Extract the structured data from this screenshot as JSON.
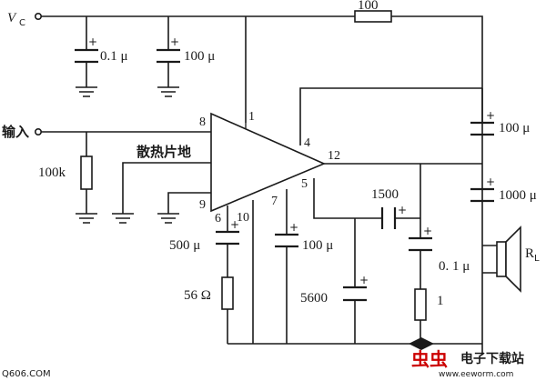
{
  "diagram": {
    "supply_label": "V",
    "supply_subscript": "C",
    "input_label": "输入",
    "heatsink_label": "散热片地",
    "load_label": "R",
    "load_subscript": "L",
    "plus_sign": "+",
    "pins": {
      "p1": "1",
      "p4": "4",
      "p5": "5",
      "p6": "6",
      "p7": "7",
      "p8": "8",
      "p9": "9",
      "p10": "10",
      "p12": "12"
    },
    "components": {
      "r_top": "100",
      "c_vcc1": "0.1 μ",
      "c_vcc2": "100 μ",
      "r_in": "100k",
      "c_out_top": "100 μ",
      "c_out_load": "1000 μ",
      "c_pin6": "500 μ",
      "r_pin6": "56 Ω",
      "c_pin7": "100 μ",
      "c_fb": "1500",
      "c_zobel": "0. 1 μ",
      "r_zobel": "1",
      "c_5600": "5600"
    },
    "watermark": {
      "source": "Q606.COM",
      "brand_red": "虫虫",
      "brand_text": "电子下载站",
      "site": "www.eeworm.com"
    }
  }
}
